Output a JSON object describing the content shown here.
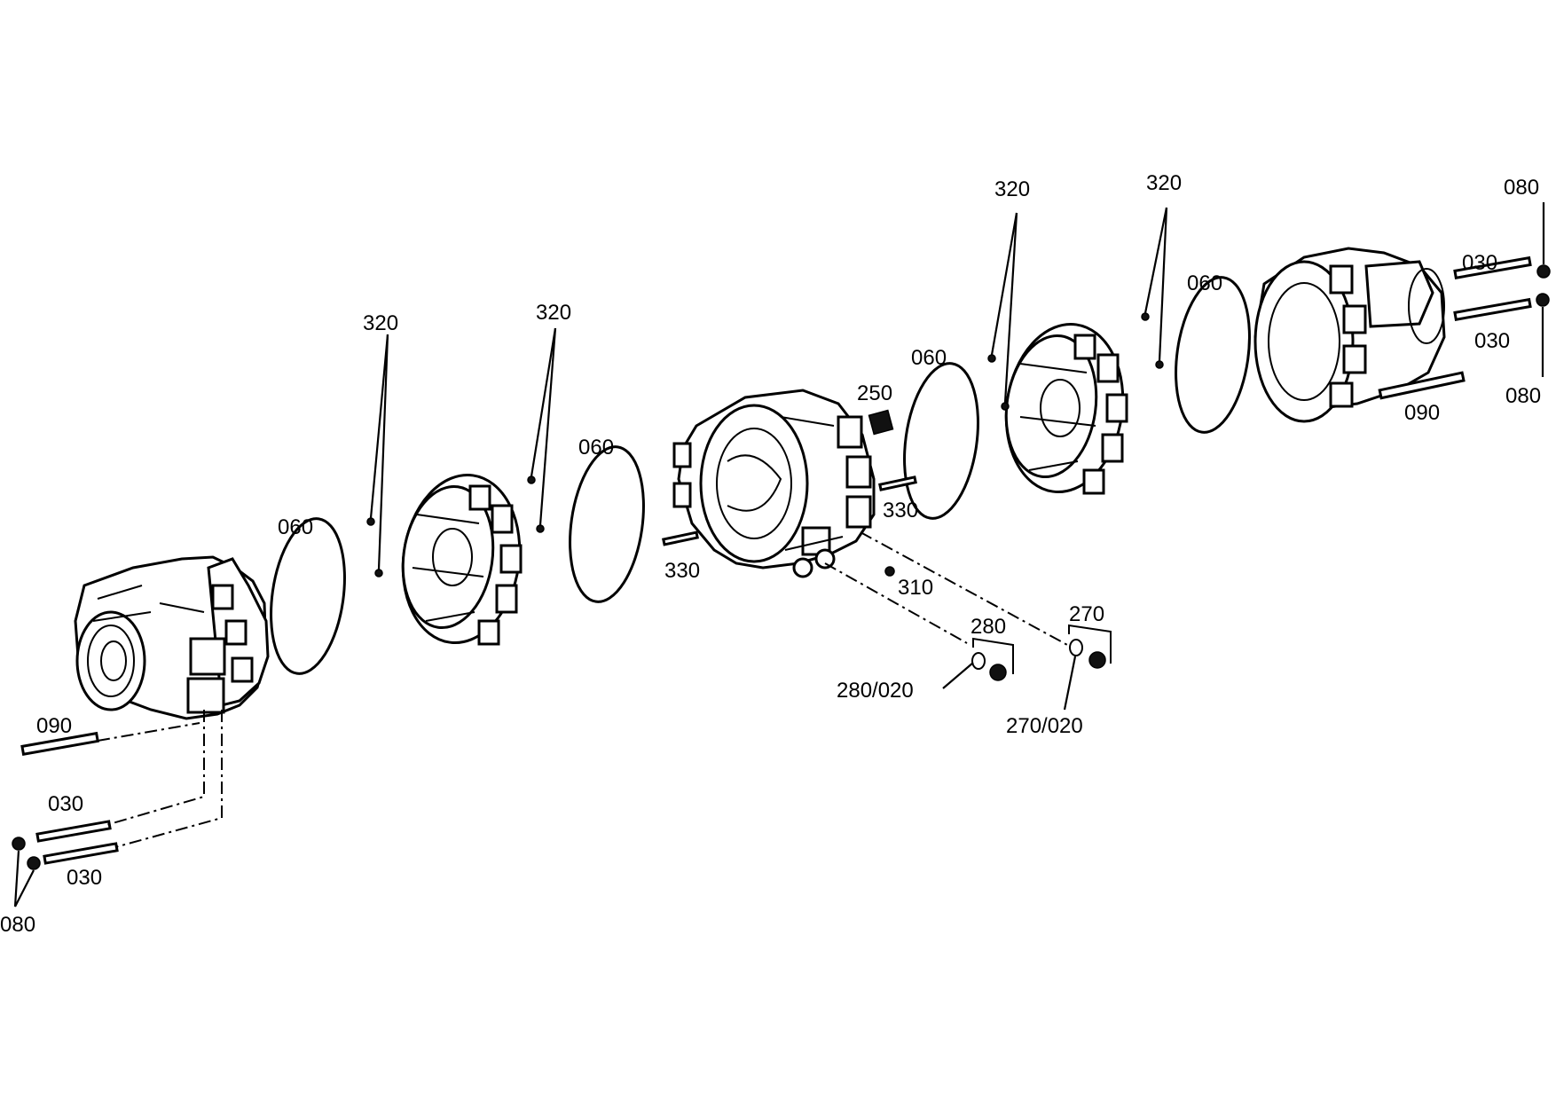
{
  "diagram": {
    "callouts": [
      {
        "id": "c-080-tl",
        "text": "080"
      },
      {
        "id": "c-030-t1",
        "text": "030"
      },
      {
        "id": "c-030-t2",
        "text": "030"
      },
      {
        "id": "c-080-tr",
        "text": "080"
      },
      {
        "id": "c-090-r",
        "text": "090"
      },
      {
        "id": "c-320-a",
        "text": "320"
      },
      {
        "id": "c-320-b",
        "text": "320"
      },
      {
        "id": "c-060-r",
        "text": "060"
      },
      {
        "id": "c-060-m",
        "text": "060"
      },
      {
        "id": "c-250",
        "text": "250"
      },
      {
        "id": "c-330-r",
        "text": "330"
      },
      {
        "id": "c-320-c",
        "text": "320"
      },
      {
        "id": "c-060-c",
        "text": "060"
      },
      {
        "id": "c-320-d",
        "text": "320"
      },
      {
        "id": "c-060-l",
        "text": "060"
      },
      {
        "id": "c-330-l",
        "text": "330"
      },
      {
        "id": "c-310",
        "text": "310"
      },
      {
        "id": "c-270",
        "text": "270"
      },
      {
        "id": "c-280",
        "text": "280"
      },
      {
        "id": "c-280-020",
        "text": "280/020"
      },
      {
        "id": "c-270-020",
        "text": "270/020"
      },
      {
        "id": "c-090-l",
        "text": "090"
      },
      {
        "id": "c-030-b1",
        "text": "030"
      },
      {
        "id": "c-030-b2",
        "text": "030"
      },
      {
        "id": "c-080-bl",
        "text": "080"
      }
    ]
  }
}
